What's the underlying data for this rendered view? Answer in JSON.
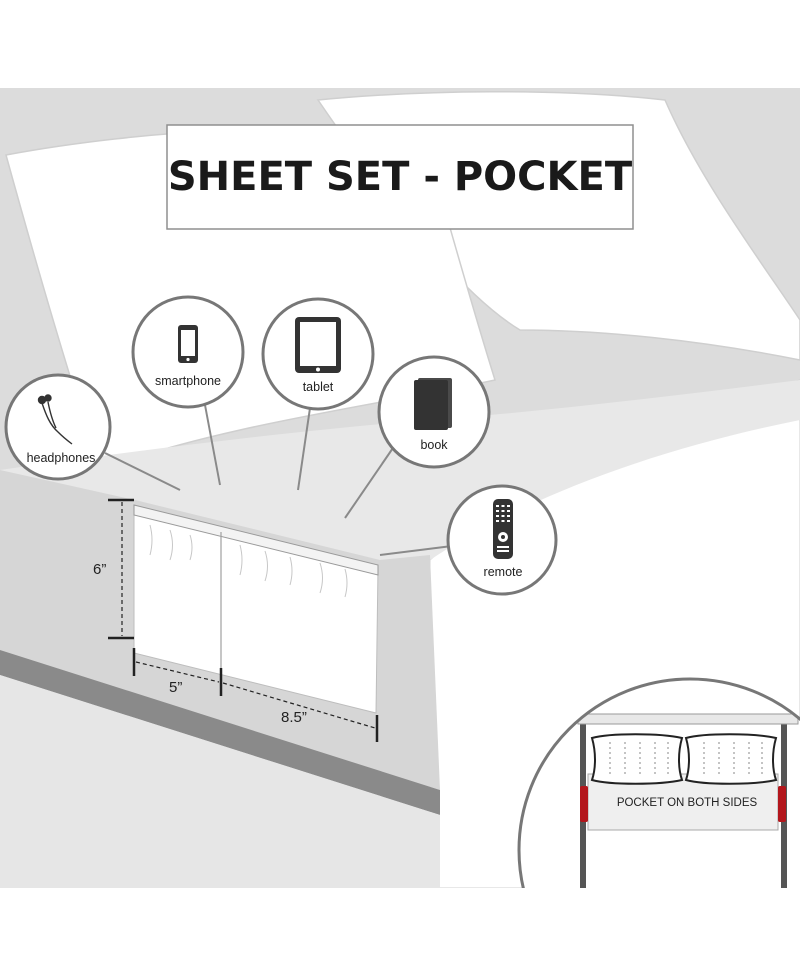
{
  "title": "SHEET SET - POCKET",
  "items": [
    {
      "id": "headphones",
      "label": "headphones",
      "icon": "headphones-icon"
    },
    {
      "id": "smartphone",
      "label": "smartphone",
      "icon": "smartphone-icon"
    },
    {
      "id": "tablet",
      "label": "tablet",
      "icon": "tablet-icon"
    },
    {
      "id": "book",
      "label": "book",
      "icon": "book-icon"
    },
    {
      "id": "remote",
      "label": "remote",
      "icon": "remote-icon"
    }
  ],
  "dimensions": {
    "height": "6”",
    "left_width": "5”",
    "right_width": "8.5”"
  },
  "inset": {
    "caption": "POCKET ON BOTH SIDES"
  },
  "colors": {
    "background_gray": "#dedede",
    "pocket_red": "#b3161c",
    "outline": "#6f6f6f"
  }
}
